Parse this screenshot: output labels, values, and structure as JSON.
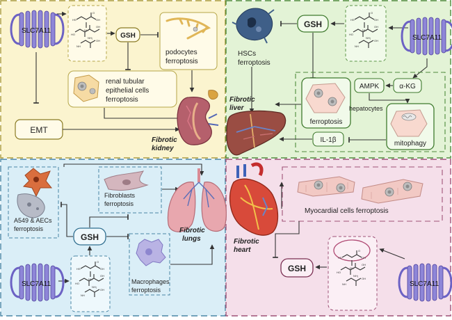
{
  "quadrants": {
    "kidney": {
      "organ_label": [
        "Fibrotic",
        "kidney"
      ],
      "transporter": "SLC7A11",
      "gsh": "GSH",
      "emt": "EMT",
      "podocytes": [
        "podocytes",
        "ferroptosis"
      ],
      "tubular": [
        "renal tubular",
        "epithelial cells",
        "ferroptosis"
      ]
    },
    "liver": {
      "organ_label": [
        "Fibrotic",
        "liver"
      ],
      "transporter": "SLC7A11",
      "gsh": "GSH",
      "hscs": [
        "HSCs",
        "ferroptosis"
      ],
      "ampk": "AMPK",
      "akg": "α-KG",
      "hepatocytes": "hepatocytes",
      "ferroptosis": "ferroptosis",
      "mitophagy": "mitophagy",
      "il1b": "IL-1β"
    },
    "lungs": {
      "organ_label": [
        "Fibrotic",
        "lungs"
      ],
      "transporter": "SLC7A11",
      "gsh": "GSH",
      "fibroblasts": [
        "Fibroblasts",
        "ferroptosis"
      ],
      "a549": [
        "A549 & AECs",
        "ferroptosis"
      ],
      "macrophages": [
        "Macrophages",
        "ferroptosis"
      ]
    },
    "heart": {
      "organ_label": [
        "Fibrotic",
        "heart"
      ],
      "transporter": "SLC7A11",
      "gsh": "GSH",
      "myocardial": "Myocardial cells ferroptosis"
    }
  },
  "colors": {
    "kidney_bg": "#FBF4CF",
    "liver_bg": "#E3F3D6",
    "lungs_bg": "#DAEEF7",
    "heart_bg": "#F5DFEA",
    "transporter": "#8E86D8",
    "kidney_organ": "#B5606C",
    "liver_organ": "#9A4D43",
    "lung_organ": "#E8A7AE"
  }
}
